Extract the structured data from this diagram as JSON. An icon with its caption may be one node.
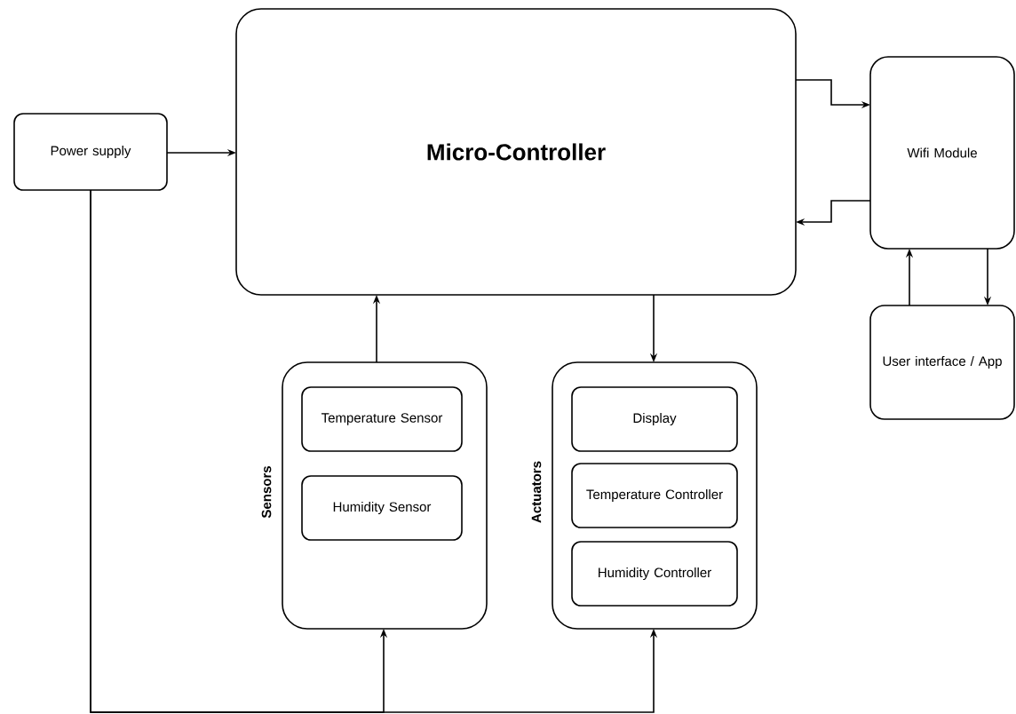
{
  "diagram": {
    "nodes": [
      {
        "text": [
          "Micro-Controller"
        ]
      },
      {
        "text": [
          "Power supply"
        ]
      },
      {
        "text": [
          "Wifi Module"
        ]
      },
      {
        "text": [
          "User interface / App"
        ]
      },
      {
        "text": [
          "Sensors"
        ]
      },
      {
        "text": [
          "Temperature Sensor"
        ],
        "in": 4
      },
      {
        "text": [
          "Humidity Sensor"
        ],
        "in": 4
      },
      {
        "text": [
          "Actuators"
        ]
      },
      {
        "text": [
          "Display"
        ],
        "in": 7
      },
      {
        "text": [
          "Temperature Controller"
        ],
        "in": 7
      },
      {
        "text": [
          "Humidity Controller"
        ],
        "in": 7
      }
    ],
    "edges": [
      {
        "from": 1,
        "to": 0,
        "arrow": "to"
      },
      {
        "from": 0,
        "to": 2,
        "arrow": "to"
      },
      {
        "from": 2,
        "to": 0,
        "arrow": "to"
      },
      {
        "from": 3,
        "to": 2,
        "arrow": "to"
      },
      {
        "from": 2,
        "to": 3,
        "arrow": "to"
      },
      {
        "from": 4,
        "to": 0,
        "arrow": "to"
      },
      {
        "from": 0,
        "to": 7,
        "arrow": "to"
      },
      {
        "from": 1,
        "to": 4,
        "arrow": "to"
      },
      {
        "from": 1,
        "to": 7,
        "arrow": "to"
      }
    ]
  }
}
